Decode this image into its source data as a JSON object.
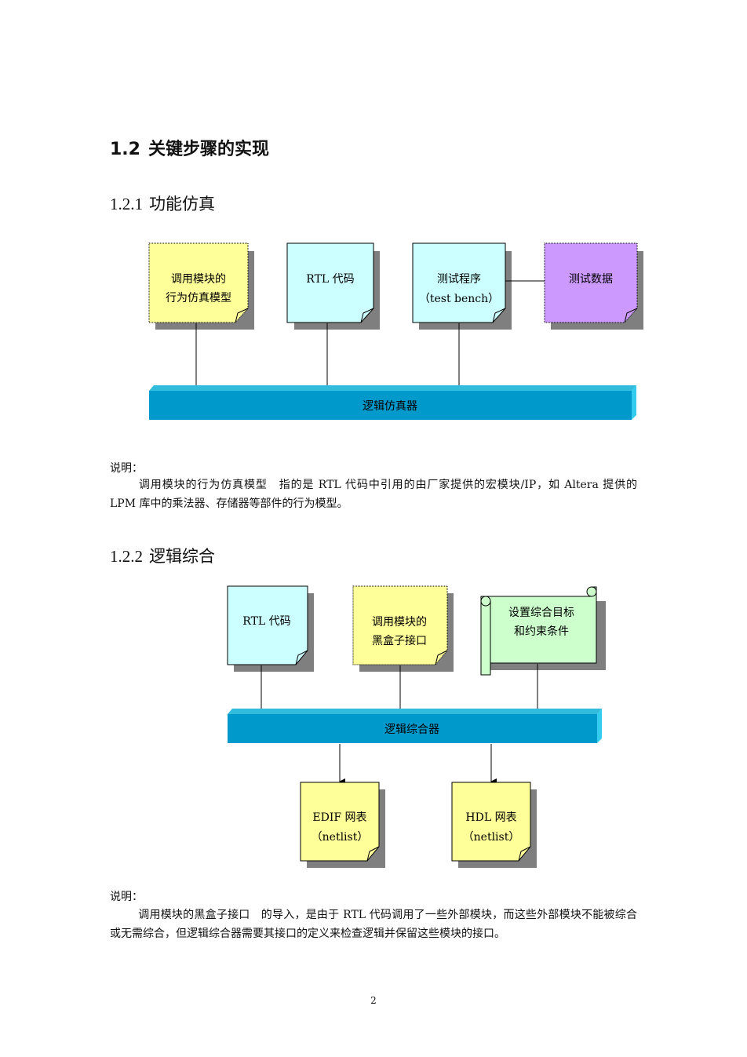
{
  "section": {
    "number": "1.2",
    "title": "关键步骤的实现"
  },
  "sub1": {
    "number": "1.2.1",
    "title": "功能仿真",
    "diagram": {
      "box_model": [
        "调用模块的",
        "行为仿真模型"
      ],
      "box_rtl": [
        "RTL 代码"
      ],
      "box_testbench": [
        "测试程序",
        "（test bench）"
      ],
      "box_testdata": [
        "测试数据"
      ],
      "bar": "逻辑仿真器",
      "colors": {
        "yellow": "#ffff99",
        "cyan": "#ccffff",
        "purple": "#cc99ff",
        "bar": "#0099cc"
      }
    },
    "note_label": "说明：",
    "note_text": "调用模块的行为仿真模型　指的是 RTL 代码中引用的由厂家提供的宏模块/IP，如 Altera 提供的 LPM 库中的乘法器、存储器等部件的行为模型。"
  },
  "sub2": {
    "number": "1.2.2",
    "title": "逻辑综合",
    "diagram": {
      "box_rtl": [
        "RTL 代码"
      ],
      "box_blackbox": [
        "调用模块的",
        "黑盒子接口"
      ],
      "box_constraints": [
        "设置综合目标",
        "和约束条件"
      ],
      "bar": "逻辑综合器",
      "box_edif": [
        "EDIF 网表",
        "（netlist）"
      ],
      "box_hdl": [
        "HDL 网表",
        "（netlist）"
      ],
      "colors": {
        "yellow": "#ffff99",
        "cyan": "#ccffff",
        "green": "#ccffcc",
        "bar": "#0099cc"
      }
    },
    "note_label": "说明：",
    "note_text": "调用模块的黑盒子接口　的导入，是由于 RTL 代码调用了一些外部模块，而这些外部模块不能被综合或无需综合，但逻辑综合器需要其接口的定义来检查逻辑并保留这些模块的接口。"
  },
  "page_number": "2"
}
